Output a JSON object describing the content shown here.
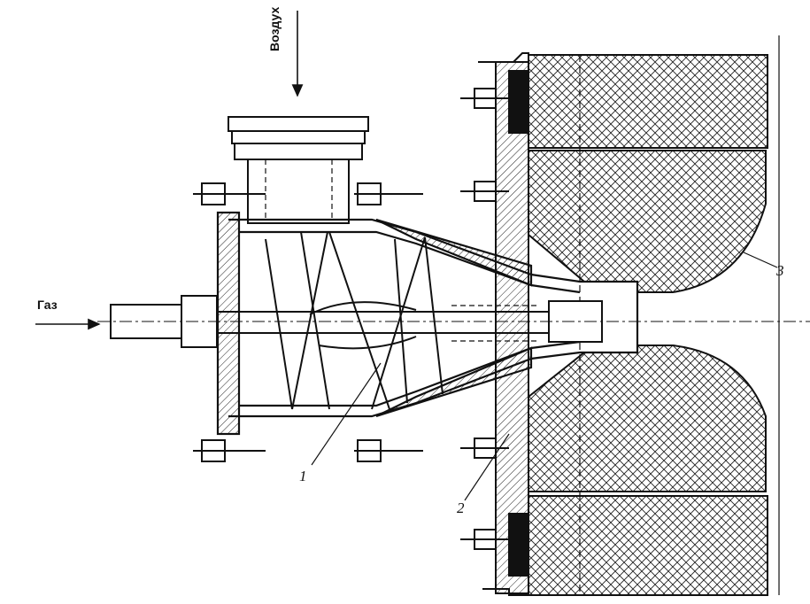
{
  "labels": {
    "air": "Воздух",
    "gas": "Газ"
  },
  "callouts": {
    "one": "1",
    "two": "2",
    "three": "3"
  },
  "colors": {
    "ink": "#111111",
    "paper": "#ffffff"
  }
}
